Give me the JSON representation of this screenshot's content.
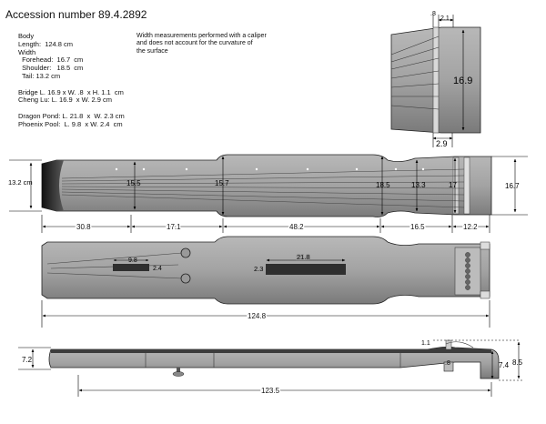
{
  "title": "Accession number 89.4.2892",
  "specs": [
    "Body",
    "Length:  124.8 cm",
    "Width",
    "  Forehead:  16.7  cm",
    "  Shoulder:   18.5  cm",
    "  Tail: 13.2 cm",
    "",
    "Bridge L. 16.9 x W. .8  x H. 1.1  cm",
    "Cheng Lu: L. 16.9  x W. 2.9 cm",
    "",
    "Dragon Pond: L. 21.8  x  W. 2.3 cm",
    "Phoenix Pool:  L. 9.8  x W. 2.4  cm"
  ],
  "note": [
    "Width measurements performed with a caliper",
    "and does not account for the curvature of",
    "the surface"
  ],
  "detail": {
    "w1": ".8",
    "w2": "2.1",
    "length": "16.9",
    "width": "2.9"
  },
  "top_view": {
    "tail_width": "13.2 cm",
    "width_labels": [
      "15.5",
      "15.7",
      "18.5",
      "13.3",
      "17"
    ],
    "forehead_width": "16.7",
    "segments": [
      "30.8",
      "17.1",
      "48.2",
      "16.5",
      "12.2"
    ]
  },
  "bottom_view": {
    "phoenix_length": "9.8",
    "phoenix_width": "2.4",
    "dragon_length": "21.8",
    "dragon_width": "2.3",
    "total_length": "124.8"
  },
  "side_view": {
    "tail_height": "7.2",
    "bridge_height": "1.1",
    "bridge_width": ".8",
    "head_height_a": "7.4",
    "head_height_b": "8.5",
    "total_length": "123.5"
  },
  "colors": {
    "body_fill": "#999999",
    "body_dark": "#3a3a3a",
    "outline": "#222222",
    "line": "#000000"
  }
}
